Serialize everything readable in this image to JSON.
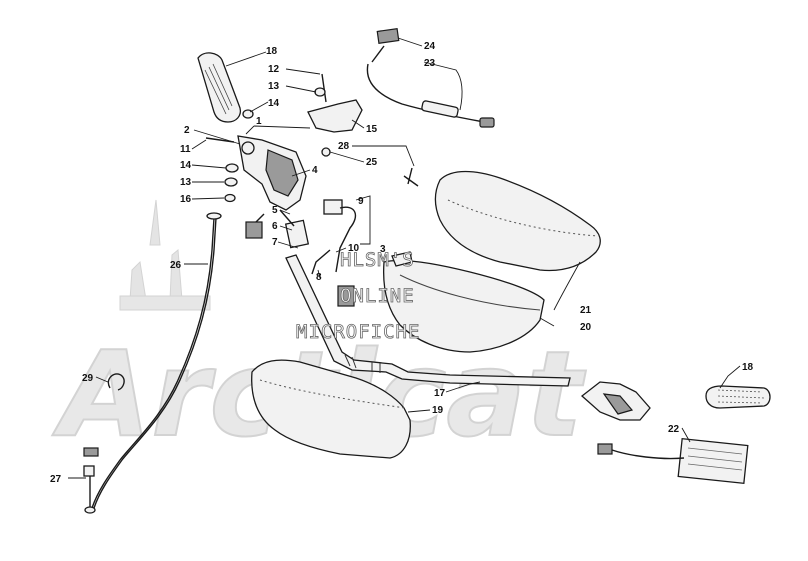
{
  "watermark": {
    "line1": "HLSM'S",
    "line2": "ONLINE",
    "line3": "MICROFICHE",
    "logo": "Arcticat"
  },
  "callouts": [
    {
      "id": "18-top",
      "label": "18"
    },
    {
      "id": "12",
      "label": "12"
    },
    {
      "id": "13-top",
      "label": "13"
    },
    {
      "id": "14-top",
      "label": "14"
    },
    {
      "id": "1",
      "label": "1"
    },
    {
      "id": "2",
      "label": "2"
    },
    {
      "id": "11",
      "label": "11"
    },
    {
      "id": "14-mid",
      "label": "14"
    },
    {
      "id": "13-mid",
      "label": "13"
    },
    {
      "id": "16",
      "label": "16"
    },
    {
      "id": "15",
      "label": "15"
    },
    {
      "id": "28",
      "label": "28"
    },
    {
      "id": "25",
      "label": "25"
    },
    {
      "id": "4",
      "label": "4"
    },
    {
      "id": "5",
      "label": "5"
    },
    {
      "id": "6",
      "label": "6"
    },
    {
      "id": "7",
      "label": "7"
    },
    {
      "id": "9",
      "label": "9"
    },
    {
      "id": "10",
      "label": "10"
    },
    {
      "id": "8",
      "label": "8"
    },
    {
      "id": "3",
      "label": "3"
    },
    {
      "id": "24",
      "label": "24"
    },
    {
      "id": "23",
      "label": "23"
    },
    {
      "id": "26",
      "label": "26"
    },
    {
      "id": "21",
      "label": "21"
    },
    {
      "id": "20",
      "label": "20"
    },
    {
      "id": "29",
      "label": "29"
    },
    {
      "id": "17",
      "label": "17"
    },
    {
      "id": "19",
      "label": "19"
    },
    {
      "id": "18-right",
      "label": "18"
    },
    {
      "id": "22",
      "label": "22"
    },
    {
      "id": "27",
      "label": "27"
    }
  ]
}
